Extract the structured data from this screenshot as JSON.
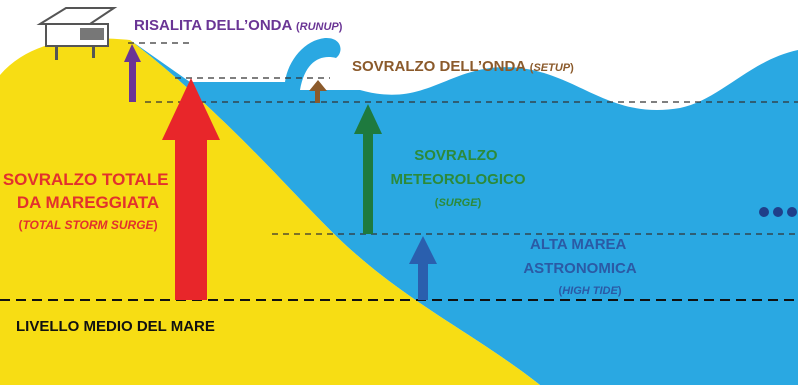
{
  "labels": {
    "runup": {
      "main": "RISALITA DELL’ONDA",
      "paren": "RUNUP"
    },
    "setup": {
      "main": "SOVRALZO DELL’ONDA",
      "paren": "SETUP"
    },
    "surge": {
      "line1": "SOVRALZO",
      "line2": "METEOROLOGICO",
      "paren": "SURGE"
    },
    "total": {
      "line1": "SOVRALZO TOTALE",
      "line2": "DA MAREGGIATA",
      "paren": "TOTAL STORM SURGE"
    },
    "tide": {
      "line1": "ALTA MAREA",
      "line2": "ASTRONOMICA",
      "paren": "HIGH TIDE"
    },
    "msl": "LIVELLO MEDIO DEL MARE"
  },
  "colors": {
    "sand": "#f7dd14",
    "sea": "#2aa8e2",
    "runup": "#6a3595",
    "setup": "#8b5a2b",
    "surge": "#1e7a3e",
    "total": "#e8262a",
    "tide": "#2a5fae",
    "total_text": "#e2312d",
    "surge_text": "#2c8a3a",
    "tide_text": "#2b5aa5",
    "dashes": "#333333"
  },
  "icons": [
    "house-icon",
    "ellipsis-icon"
  ]
}
